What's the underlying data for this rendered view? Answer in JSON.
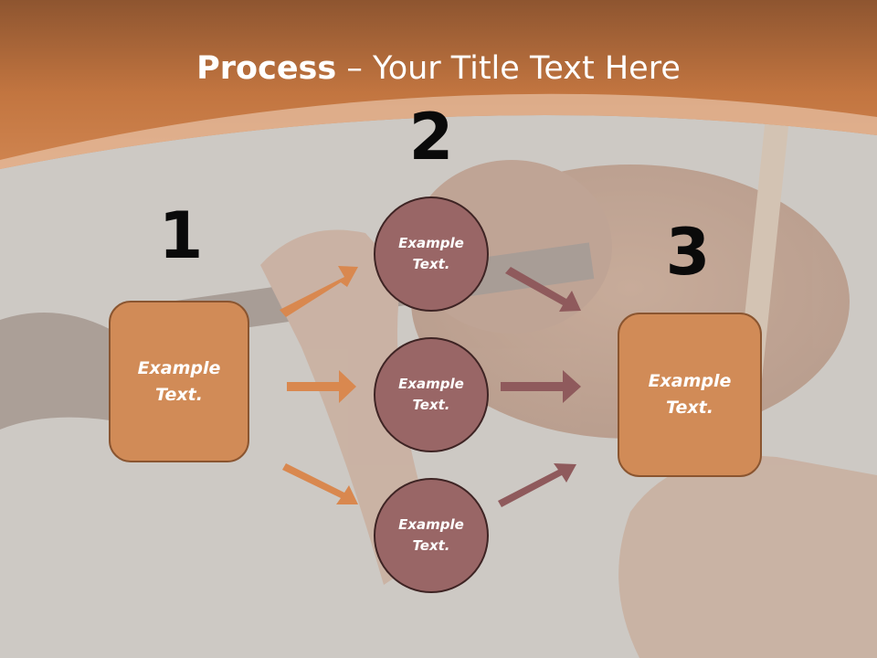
{
  "slide": {
    "title_bold": "Process",
    "title_rest": " – Your Title Text Here",
    "step_numbers": [
      "1",
      "2",
      "3"
    ],
    "left_box_text": "Example\nText.",
    "circle_texts": [
      "Example\nText.",
      "Example\nText.",
      "Example\nText."
    ],
    "right_box_text": "Example\nText."
  },
  "colors": {
    "header_orange": "#c97b45",
    "box_fill": "#d18b57",
    "circle_fill": "#996666",
    "arrow_orange": "#d9884f",
    "arrow_mauve": "#8f5a5c",
    "background_gray": "#cdc9c4"
  }
}
